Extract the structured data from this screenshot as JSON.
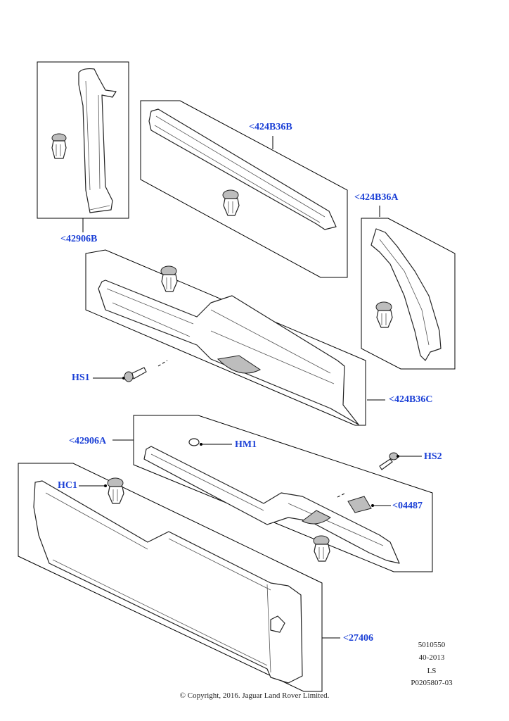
{
  "callouts": {
    "c42906B": "<42906B",
    "c424B36B": "<424B36B",
    "c424B36A": "<424B36A",
    "hs1": "HS1",
    "c424B36C": "<424B36C",
    "c42906A": "<42906A",
    "hm1": "HM1",
    "hs2": "HS2",
    "hc1": "HC1",
    "c04487": "<04487",
    "c27406": "<27406"
  },
  "meta": {
    "line1": "5010550",
    "line2": "40-2013",
    "line3": "LS",
    "line4": "P0205807-03"
  },
  "copyright": "© Copyright, 2016. Jaguar Land Rover Limited.",
  "colors": {
    "callout": "#1a3fd6",
    "lines": "#000000"
  }
}
